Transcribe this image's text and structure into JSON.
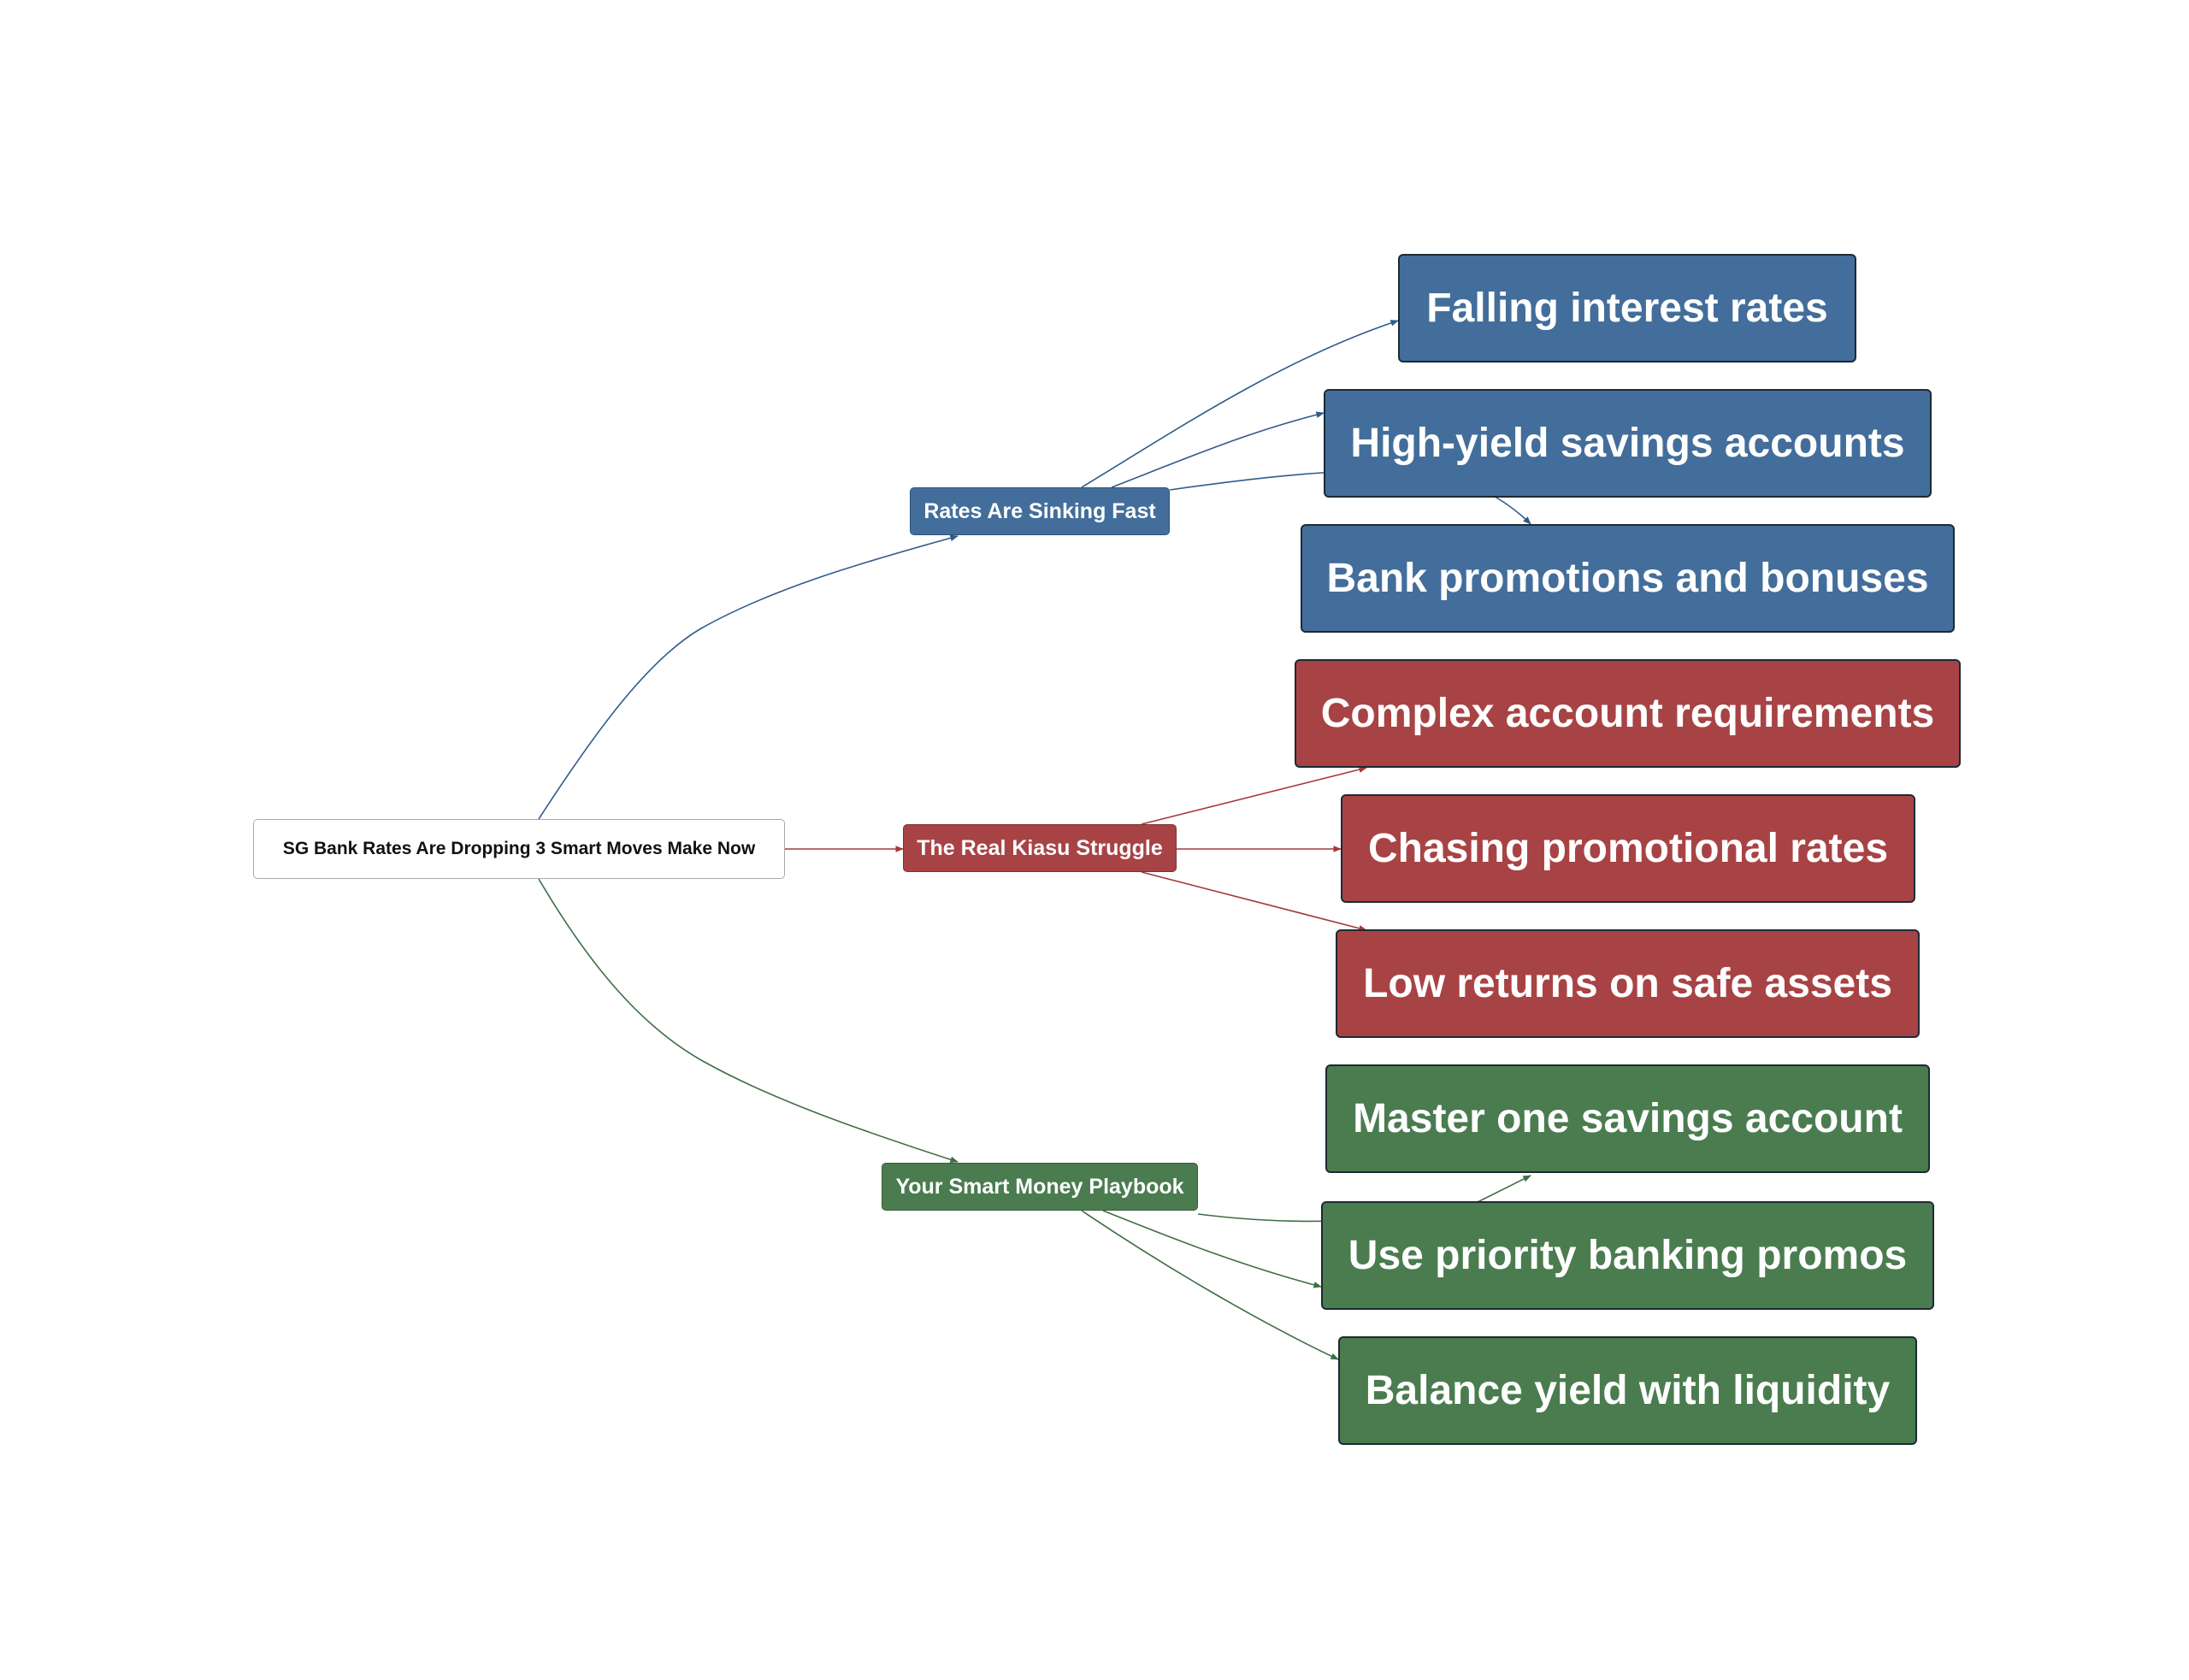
{
  "root": {
    "label": "SG Bank Rates Are Dropping 3 Smart Moves Make Now"
  },
  "branches": [
    {
      "label": "Rates Are Sinking Fast",
      "color": "#436e9b",
      "children": [
        "Falling interest rates",
        "High-yield savings accounts",
        "Bank promotions and bonuses"
      ]
    },
    {
      "label": "The Real Kiasu Struggle",
      "color": "#a84345",
      "children": [
        "Complex account requirements",
        "Chasing promotional rates",
        "Low returns on safe assets"
      ]
    },
    {
      "label": "Your Smart Money Playbook",
      "color": "#4a7c4f",
      "children": [
        "Master one savings account",
        "Use priority banking promos",
        "Balance yield with liquidity"
      ]
    }
  ]
}
